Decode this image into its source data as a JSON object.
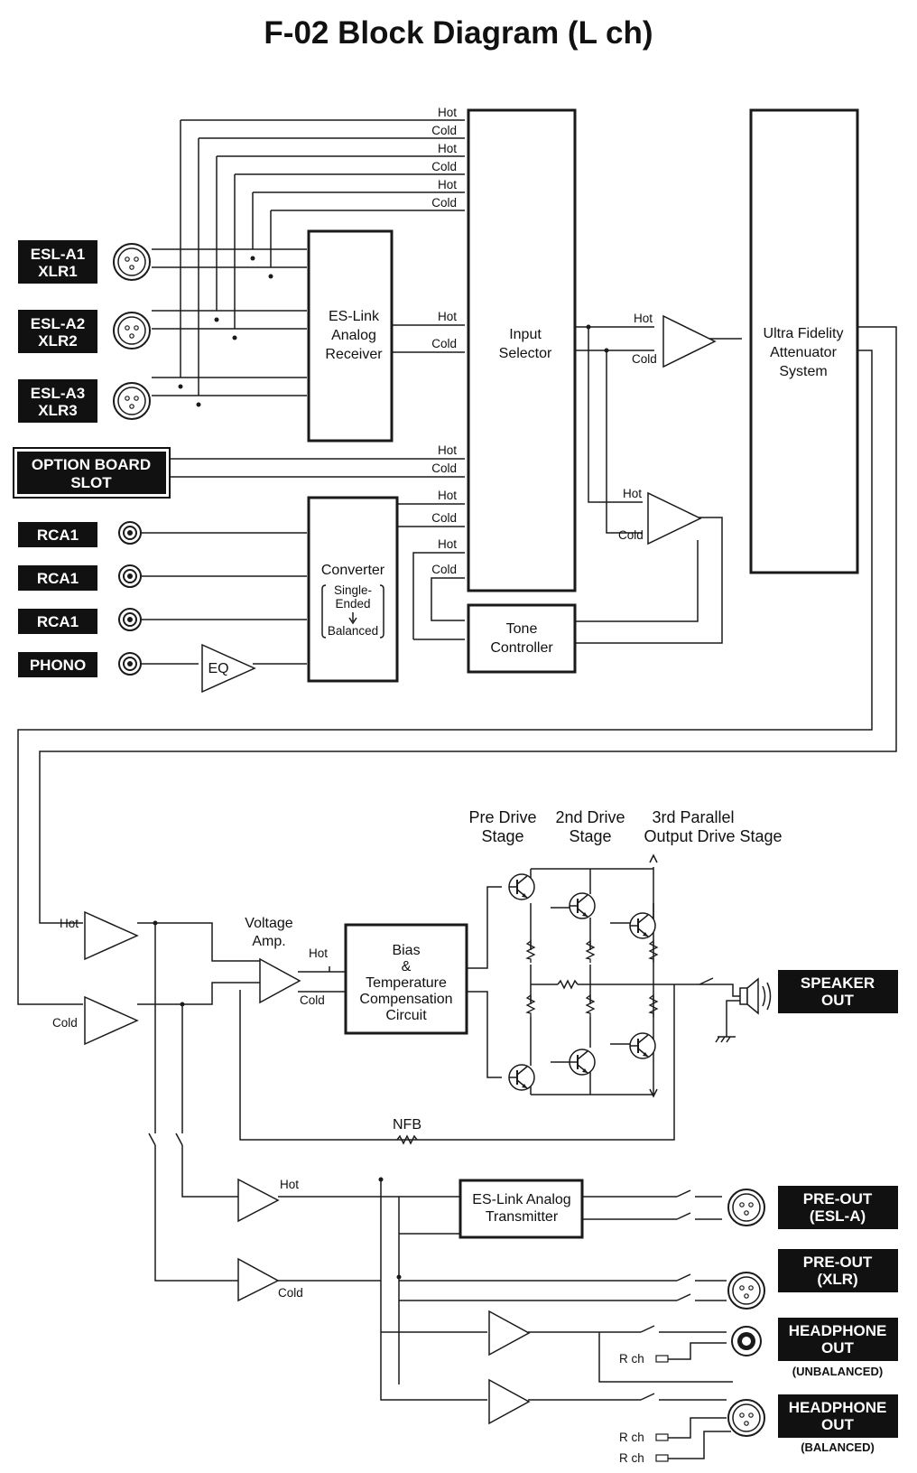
{
  "title": "F-02 Block Diagram (L ch)",
  "wire_labels": {
    "hot": "Hot",
    "cold": "Cold"
  },
  "inputs": {
    "esl_a1": [
      "ESL-A1",
      "XLR1"
    ],
    "esl_a2": [
      "ESL-A2",
      "XLR2"
    ],
    "esl_a3": [
      "ESL-A3",
      "XLR3"
    ],
    "option_board": [
      "OPTION BOARD",
      "SLOT"
    ],
    "rca": [
      "RCA1",
      "RCA1",
      "RCA1"
    ],
    "phono": "PHONO"
  },
  "blocks": {
    "es_link_receiver": [
      "ES-Link",
      "Analog",
      "Receiver"
    ],
    "input_selector": [
      "Input",
      "Selector"
    ],
    "attenuator": [
      "Ultra Fidelity",
      "Attenuator",
      "System"
    ],
    "converter": "Converter",
    "converter_detail": [
      "Single-",
      "Ended",
      "Balanced"
    ],
    "eq": "EQ",
    "tone_controller": [
      "Tone",
      "Controller"
    ],
    "voltage_amp": [
      "Voltage",
      "Amp."
    ],
    "bias": [
      "Bias",
      "&",
      "Temperature",
      "Compensation",
      "Circuit"
    ],
    "nfb": "NFB",
    "es_link_transmitter": [
      "ES-Link Analog",
      "Transmitter"
    ]
  },
  "stages": {
    "pre_drive": [
      "Pre Drive",
      "Stage"
    ],
    "second_drive": [
      "2nd Drive",
      "Stage"
    ],
    "third_parallel": [
      "3rd Parallel",
      "Output Drive Stage"
    ]
  },
  "outputs": {
    "speaker": [
      "SPEAKER",
      "OUT"
    ],
    "pre_out_esl": [
      "PRE-OUT",
      "(ESL-A)"
    ],
    "pre_out_xlr": [
      "PRE-OUT",
      "(XLR)"
    ],
    "headphone_unbal": [
      "HEADPHONE",
      "OUT"
    ],
    "headphone_unbal_note": "(UNBALANCED)",
    "headphone_bal": [
      "HEADPHONE",
      "OUT"
    ],
    "headphone_bal_note": "(BALANCED)",
    "rch": "R ch"
  }
}
